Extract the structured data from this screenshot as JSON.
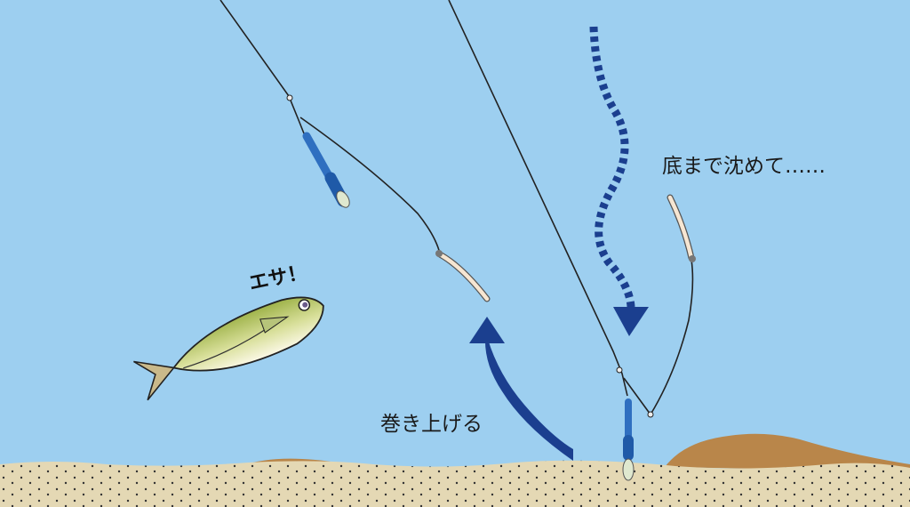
{
  "labels": {
    "sink_text": "底まで沈めて……",
    "reel_text": "巻き上げる",
    "fish_shout": "エサ！"
  },
  "colors": {
    "water": "#9dcff0",
    "sand": "#e4d8b4",
    "mound": "#b9864a",
    "arrow": "#1b3f8f",
    "sinker": "#2f6fc0"
  }
}
